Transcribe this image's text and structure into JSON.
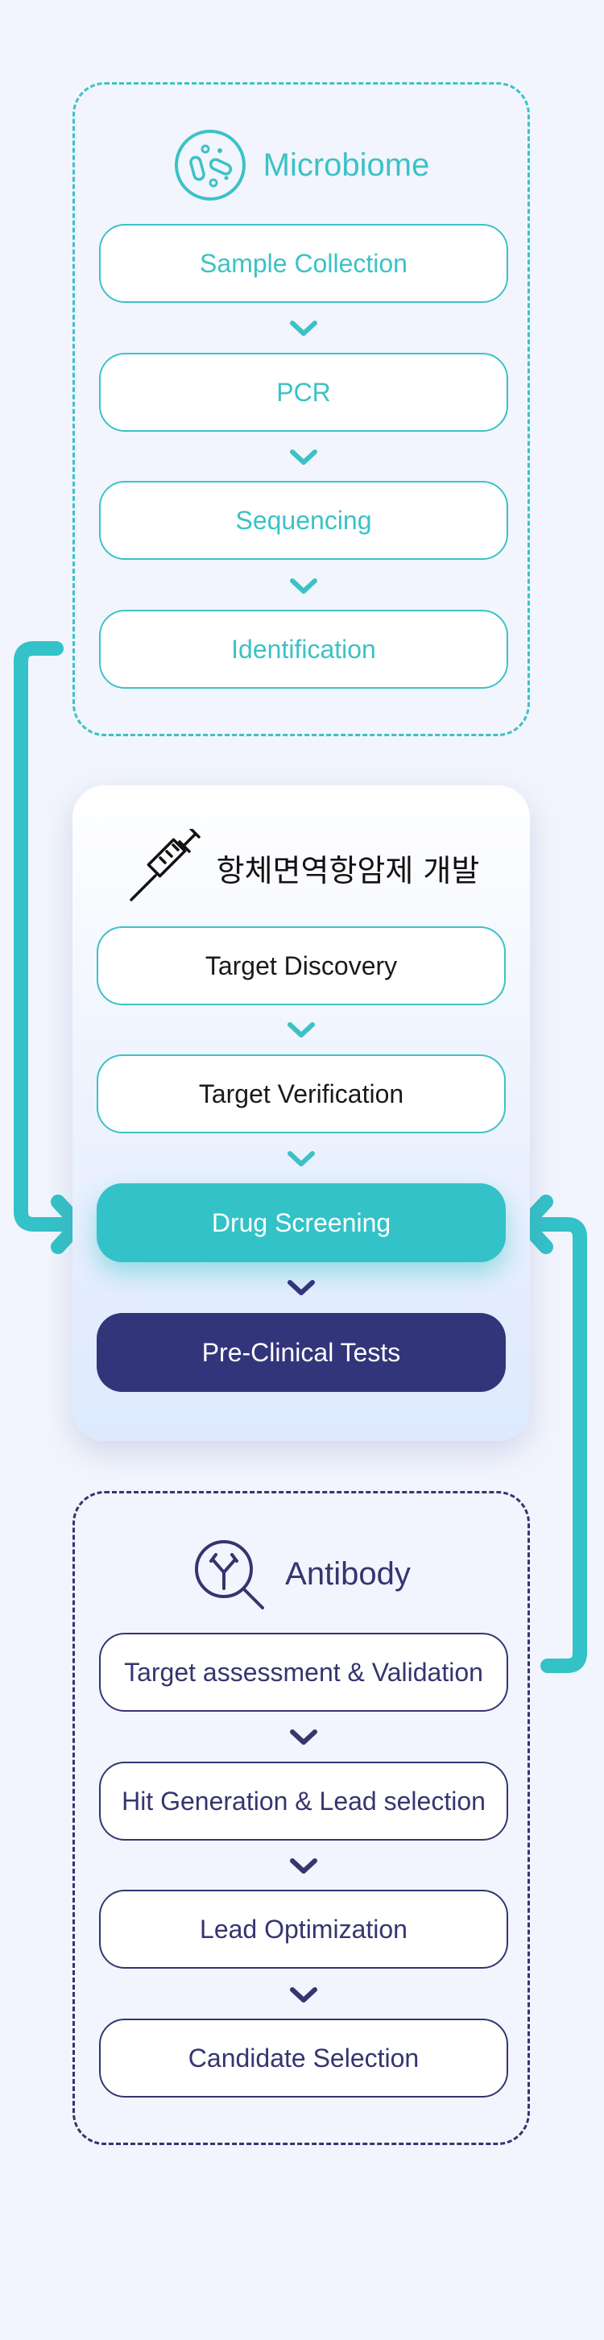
{
  "colors": {
    "teal": "#33c2c7",
    "navy": "#33357b",
    "background": "#f2f5fd"
  },
  "microbiome": {
    "title": "Microbiome",
    "icon": "bacteria-icon",
    "steps": [
      "Sample Collection",
      "PCR",
      "Sequencing",
      "Identification"
    ]
  },
  "development": {
    "title": "항체면역항암제 개발",
    "icon": "syringe-icon",
    "steps": [
      "Target Discovery",
      "Target Verification",
      "Drug Screening",
      "Pre-Clinical Tests"
    ]
  },
  "antibody": {
    "title": "Antibody",
    "icon": "antibody-search-icon",
    "steps": [
      "Target assessment & Validation",
      "Hit Generation & Lead selection",
      "Lead Optimization",
      "Candidate Selection"
    ]
  }
}
